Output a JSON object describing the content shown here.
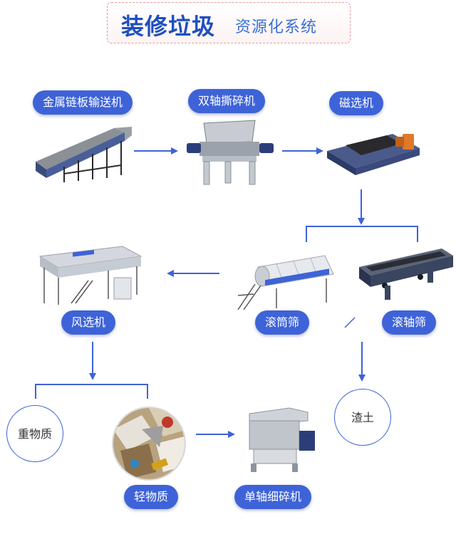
{
  "title": {
    "main": "装修垃圾",
    "sub": "资源化系统"
  },
  "nodes": {
    "conveyor": "金属链板输送机",
    "double_shaft_shredder": "双轴撕碎机",
    "magnetic_separator": "磁选机",
    "trommel_screen": "滚筒筛",
    "roller_screen": "滚轴筛",
    "air_separator": "风选机",
    "heavy_material": "重物质",
    "light_material": "轻物质",
    "single_shaft_shredder": "单轴细碎机",
    "residue": "渣土"
  },
  "colors": {
    "accent": "#3e63d8",
    "title": "#1e4fc0",
    "border": "#e89a9a"
  }
}
